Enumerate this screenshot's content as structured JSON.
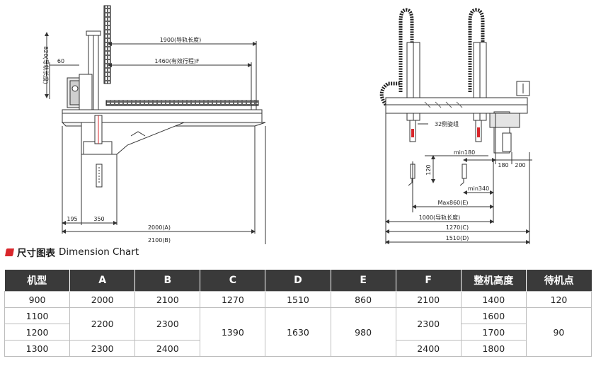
{
  "side_view": {
    "dim_rail_length": "1900(导轨长度)",
    "dim_effective_stroke": "1460(有效行程)F",
    "dim_60": "60",
    "dim_vertical_rail": "820(导轨长度)",
    "dim_195": "195",
    "dim_350": "350",
    "dim_a": "2000(A)",
    "dim_b": "2100(B)"
  },
  "front_view": {
    "label_side_pose": "32侧姿组",
    "dim_min180": "min180",
    "dim_120": "120",
    "dim_180": "180",
    "dim_200": "200",
    "dim_min340": "min340",
    "dim_max_e": "Max860(E)",
    "dim_rail_1000": "1000(导轨长度)",
    "dim_c": "1270(C)",
    "dim_d": "1510(D)"
  },
  "chart_title": {
    "cn": "尺寸图表",
    "en": "Dimension Chart"
  },
  "table": {
    "headers": [
      "机型",
      "A",
      "B",
      "C",
      "D",
      "E",
      "F",
      "整机高度",
      "待机点"
    ],
    "cells": {
      "r1_model": "900",
      "r1_a": "2000",
      "r1_b": "2100",
      "r1_c": "1270",
      "r1_d": "1510",
      "r1_e": "860",
      "r1_f": "2100",
      "r1_h": "1400",
      "r1_s": "120",
      "r2_model": "1100",
      "r2_a": "2200",
      "r2_b": "2300",
      "r2_c": "1390",
      "r2_d": "1630",
      "r2_e": "980",
      "r2_f": "2300",
      "r2_h": "1600",
      "r2_s": "90",
      "r3_model": "1200",
      "r3_h": "1700",
      "r4_model": "1300",
      "r4_a": "2300",
      "r4_b": "2400",
      "r4_f": "2400",
      "r4_h": "1800"
    }
  },
  "colors": {
    "header_bg": "#3a3a3a",
    "accent_red": "#d9262b",
    "line": "#333333"
  }
}
